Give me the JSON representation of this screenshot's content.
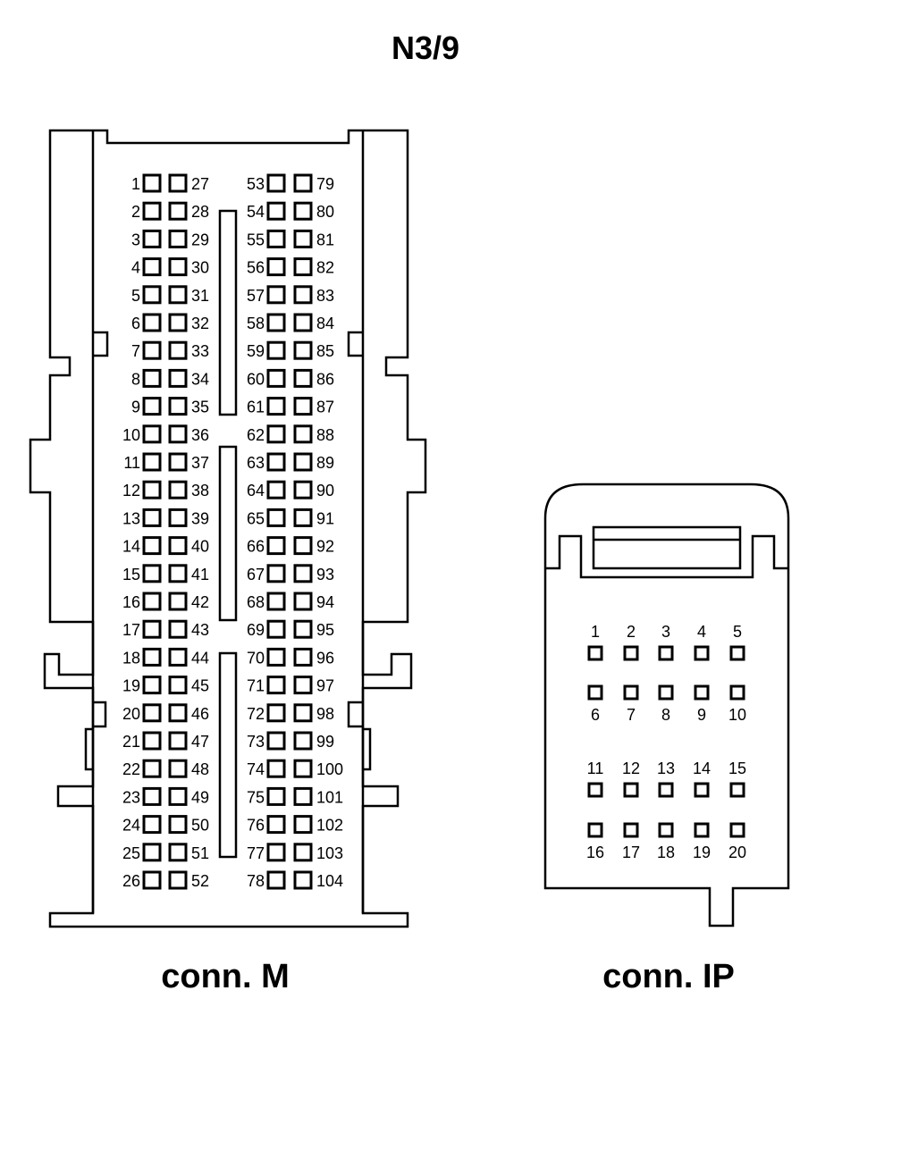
{
  "title": "N3/9",
  "connectors": {
    "m": {
      "caption": "conn. M",
      "columns": [
        {
          "start": 1,
          "end": 26
        },
        {
          "start": 27,
          "end": 52
        },
        {
          "start": 53,
          "end": 78
        },
        {
          "start": 79,
          "end": 104
        }
      ]
    },
    "ip": {
      "caption": "conn. IP",
      "rows": [
        {
          "pins": [
            "1",
            "2",
            "3",
            "4",
            "5"
          ],
          "label_pos": "above"
        },
        {
          "pins": [
            "6",
            "7",
            "8",
            "9",
            "10"
          ],
          "label_pos": "below"
        },
        {
          "pins": [
            "11",
            "12",
            "13",
            "14",
            "15"
          ],
          "label_pos": "above"
        },
        {
          "pins": [
            "16",
            "17",
            "18",
            "19",
            "20"
          ],
          "label_pos": "below"
        }
      ]
    }
  }
}
